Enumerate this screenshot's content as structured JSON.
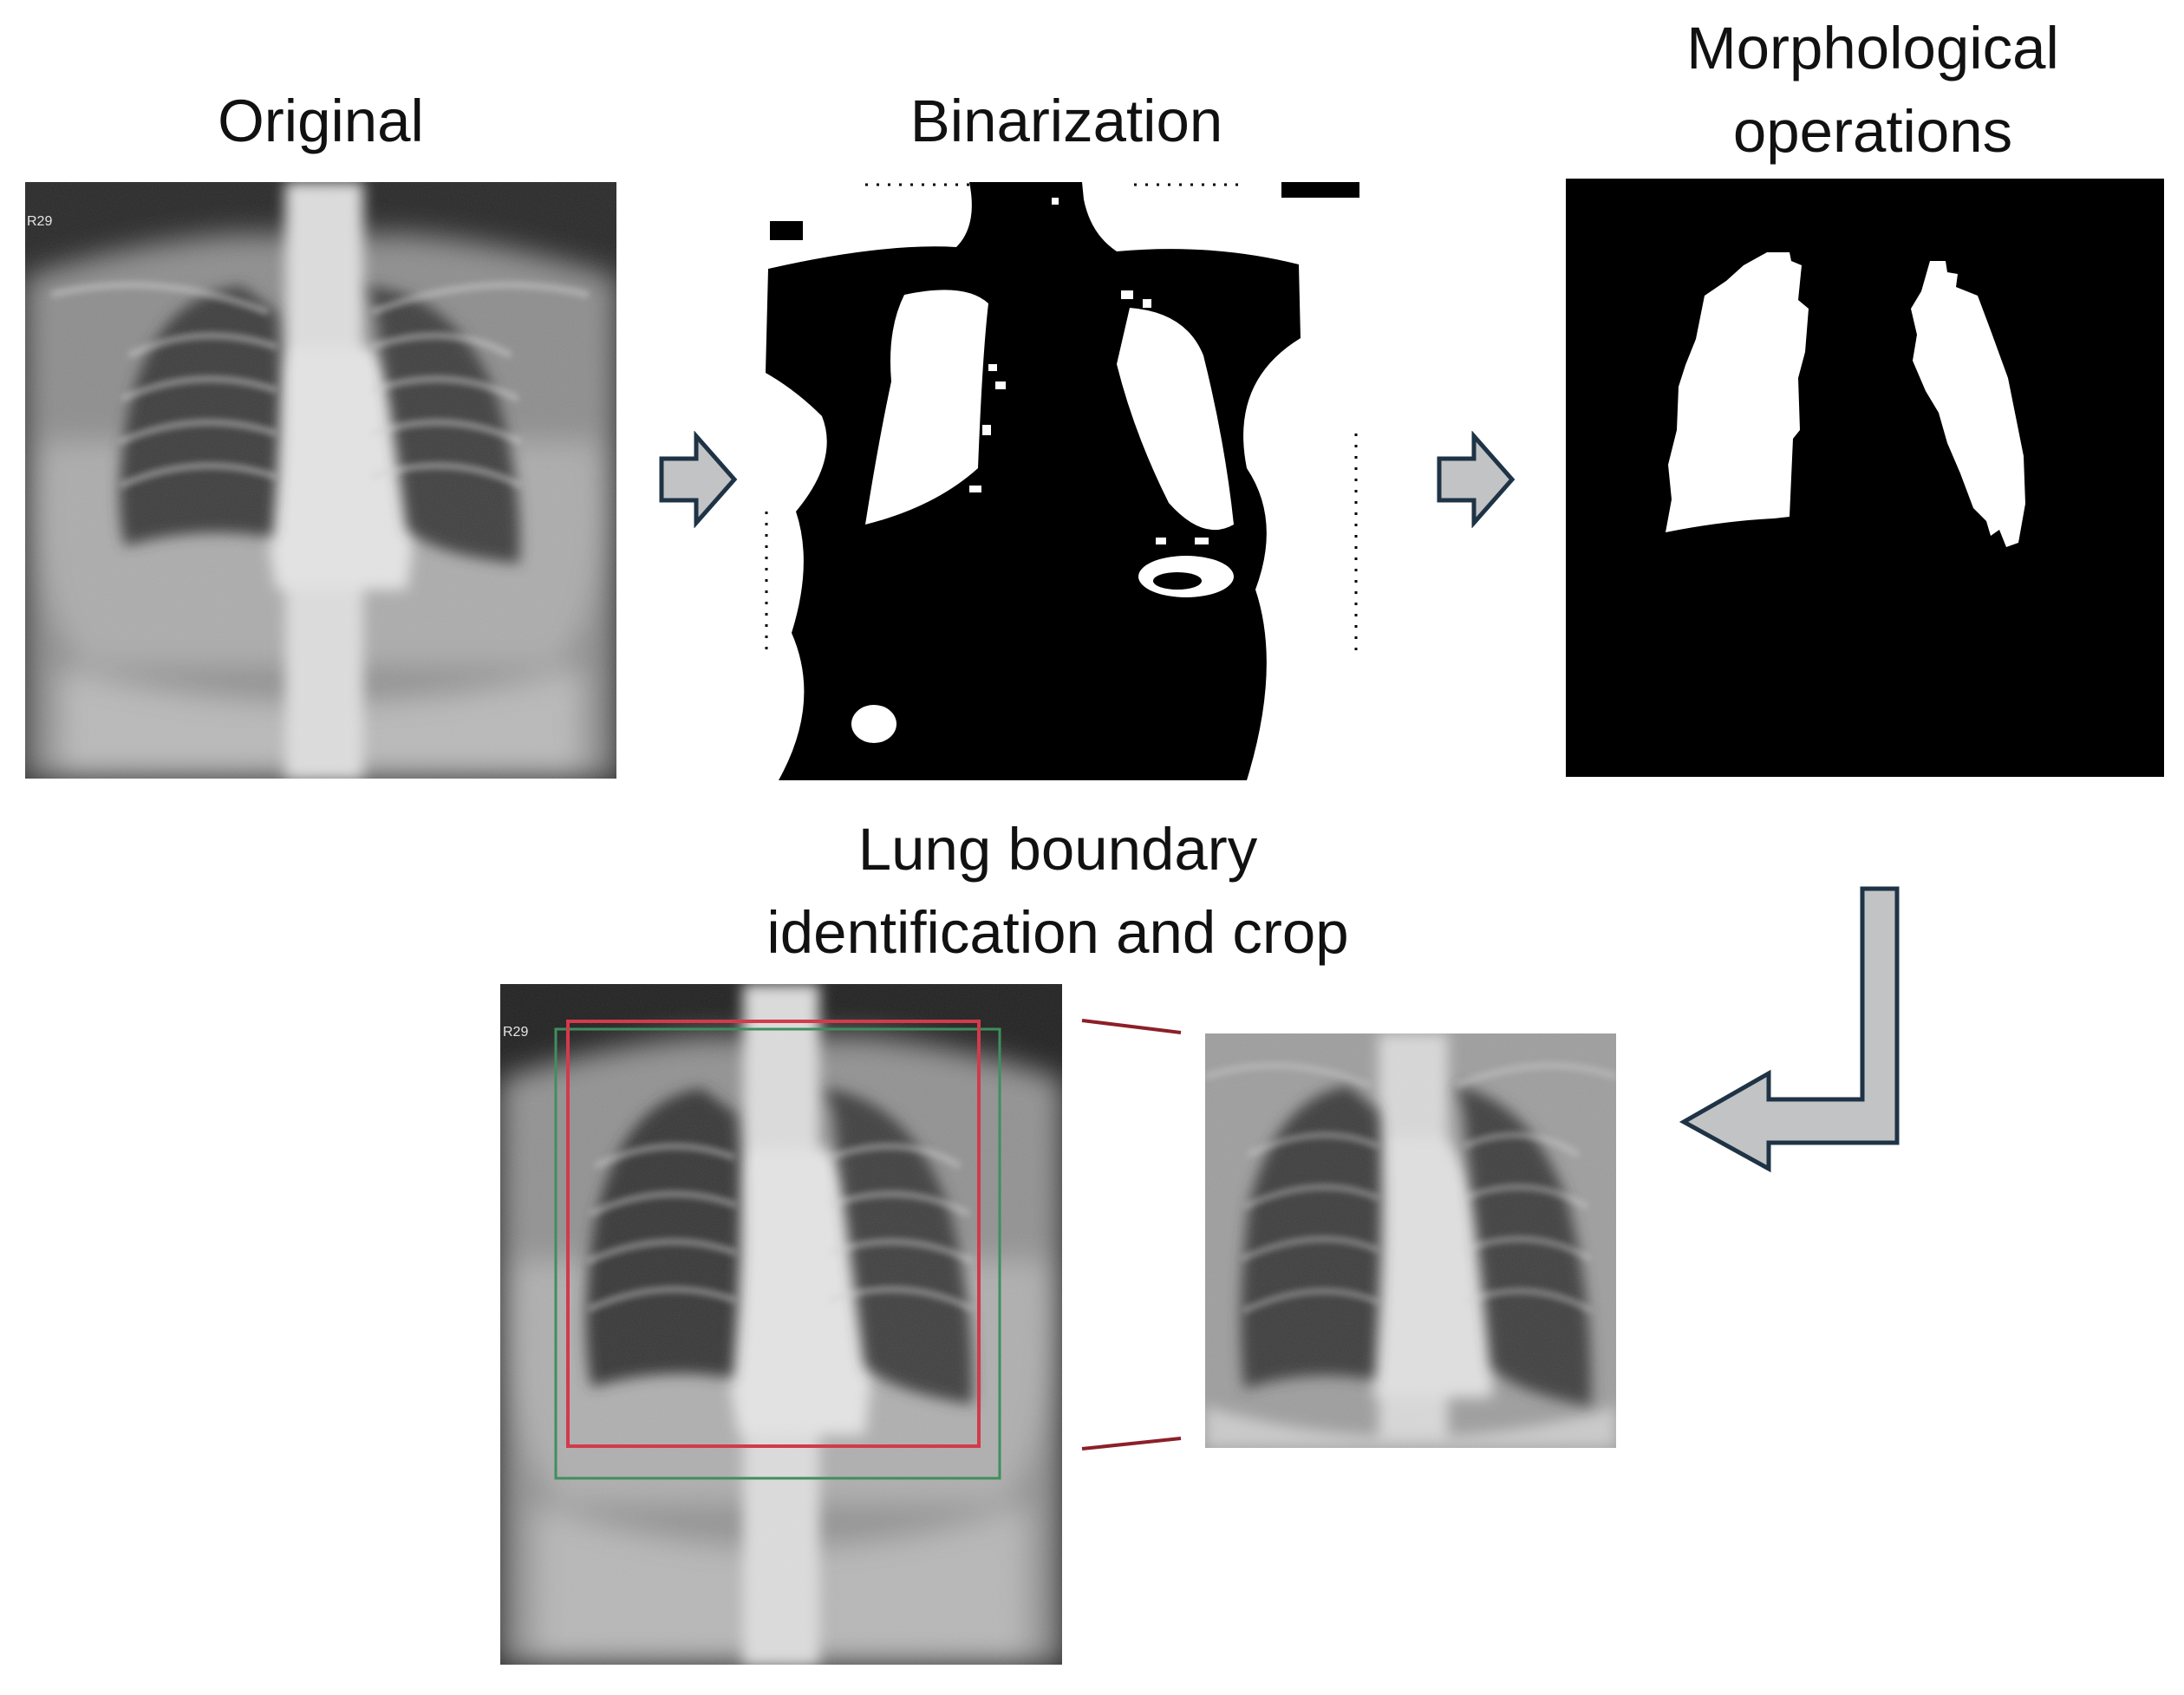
{
  "labels": {
    "original": "Original",
    "binarization": "Binarization",
    "morph_line1": "Morphological",
    "morph_line2": "operations",
    "crop_line1": "Lung boundary",
    "crop_line2": "identification and crop"
  },
  "image_marks": {
    "xray_tag": "R29"
  },
  "colors": {
    "arrow_fill": "#c2c3c4",
    "arrow_stroke": "#1f3346",
    "red_box": "#d33a4a",
    "green_box": "#3f8f5d",
    "connector": "#8c1f28"
  }
}
